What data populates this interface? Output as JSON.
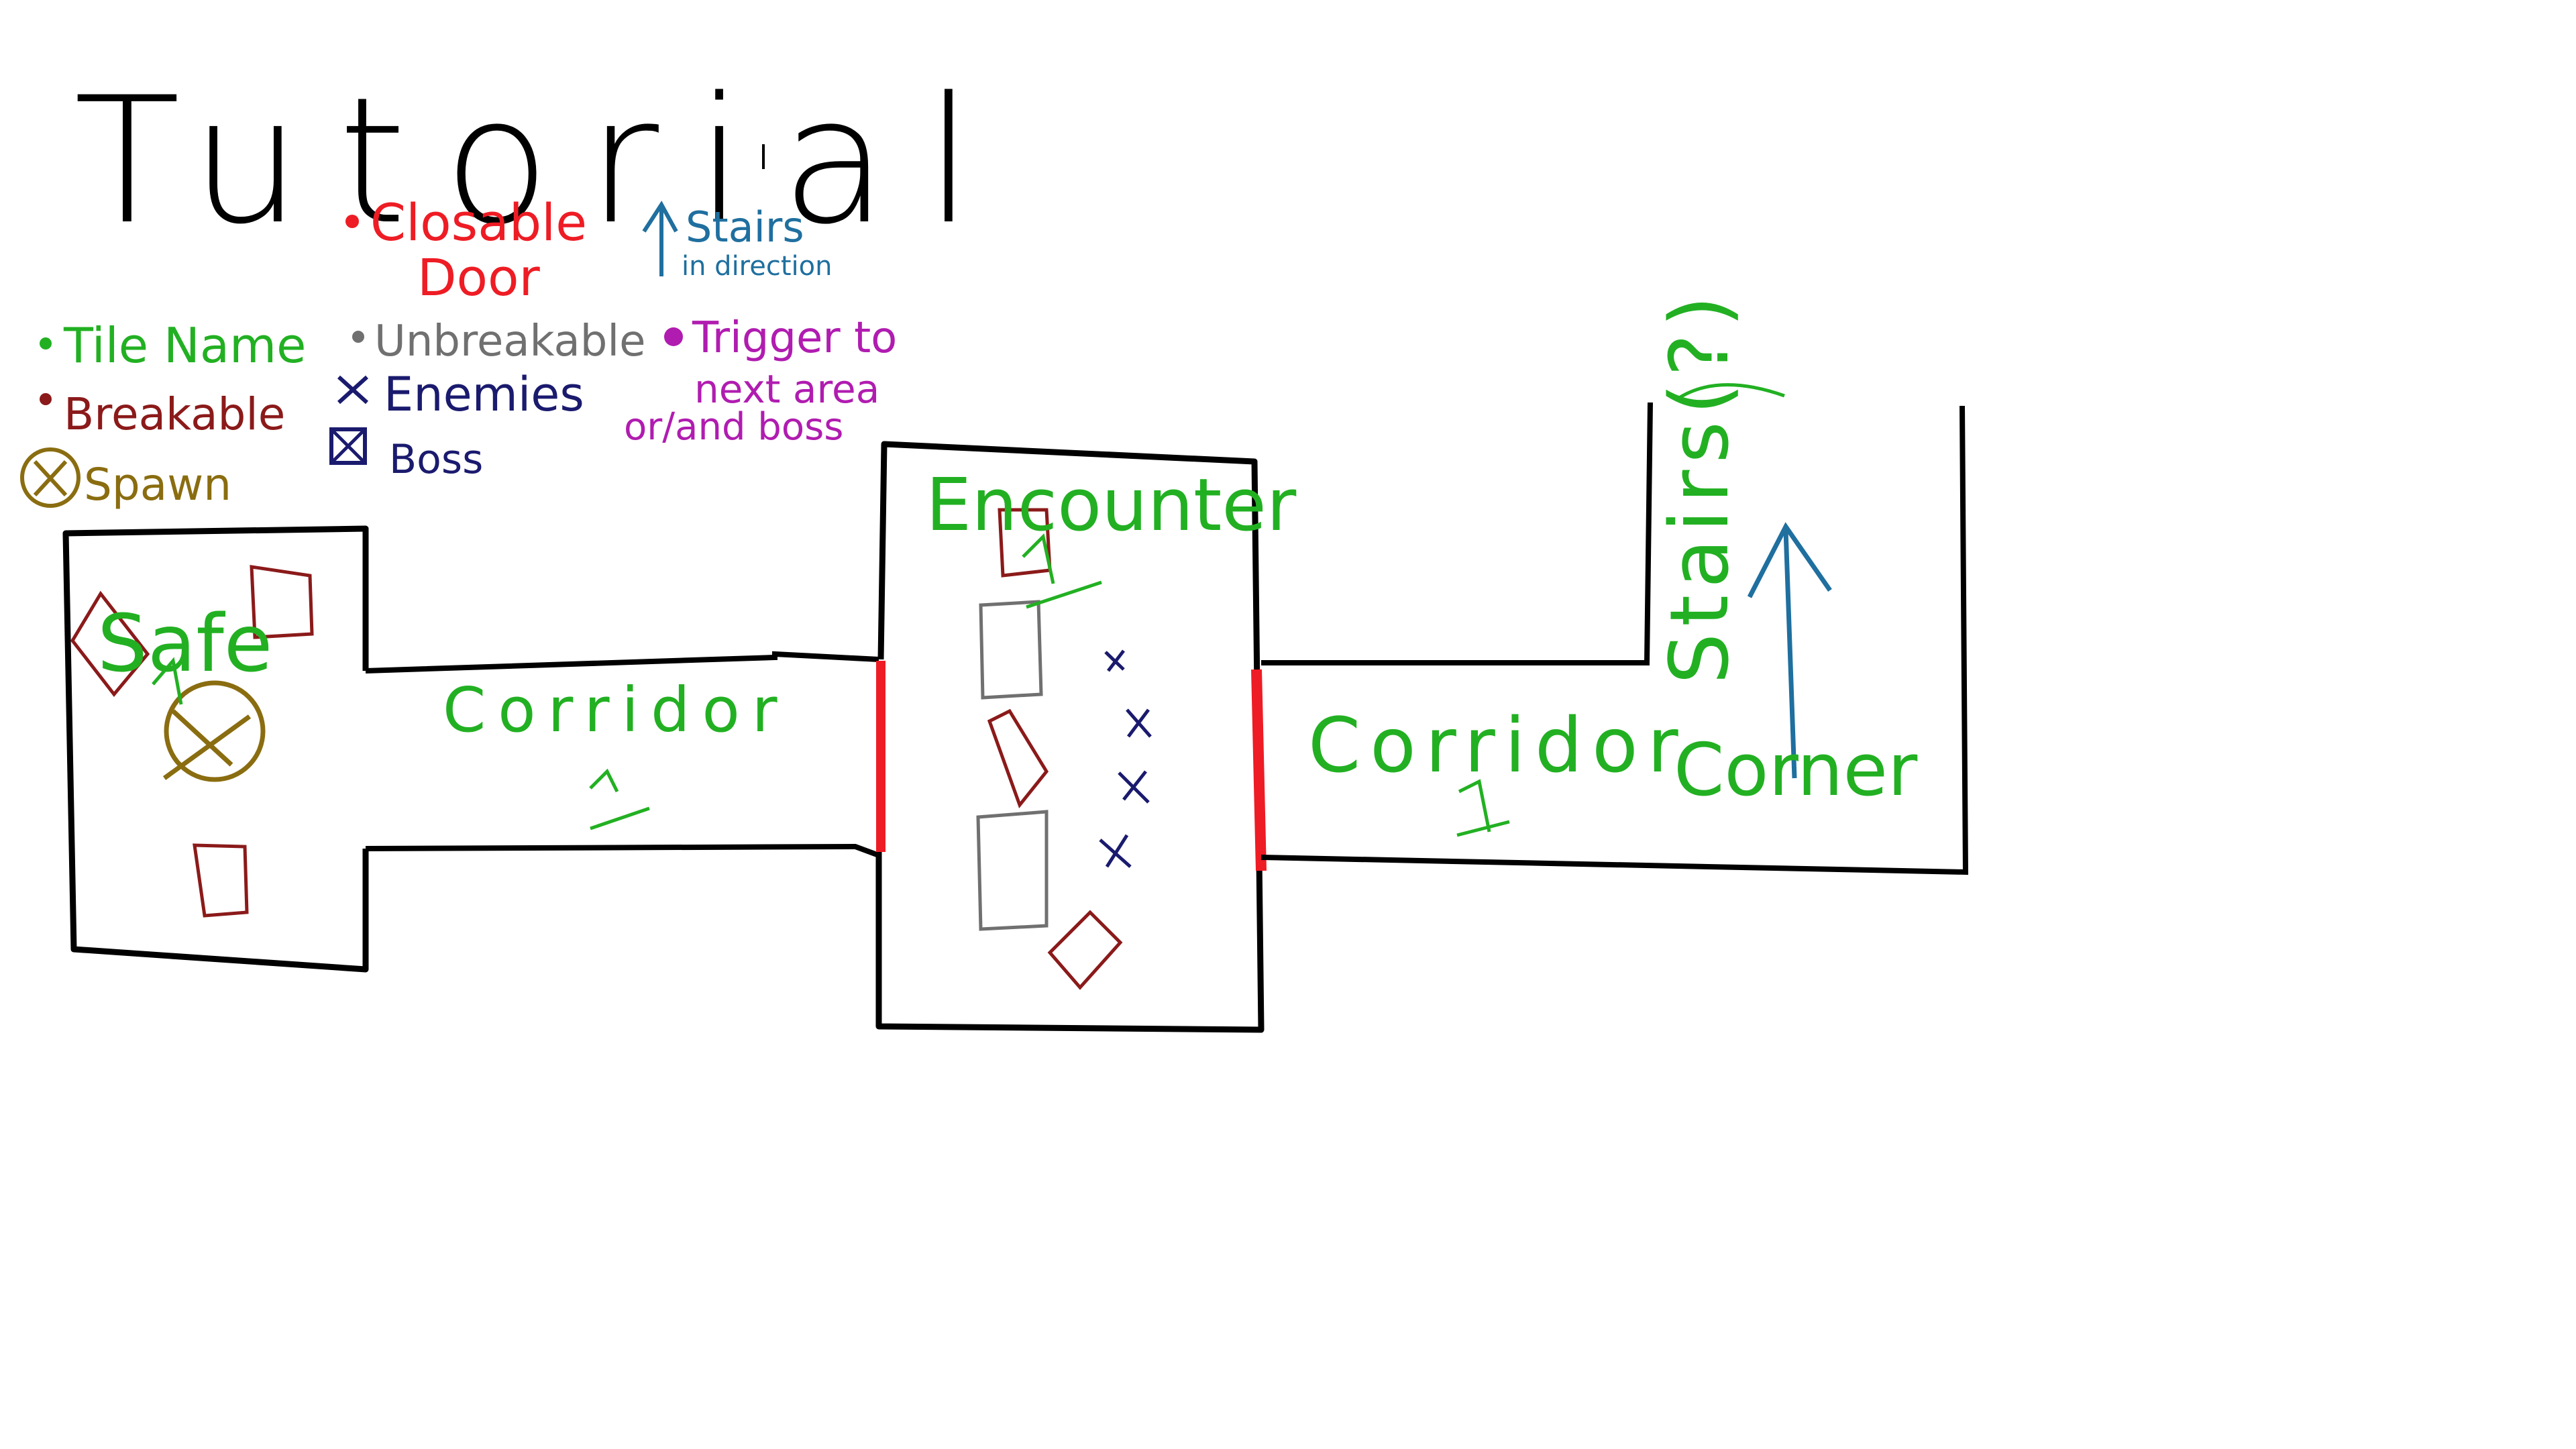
{
  "title": "Tutorial",
  "legend": {
    "tile_name": {
      "label": "Tile Name",
      "color": "#22b022"
    },
    "breakable": {
      "label": "Breakable",
      "color": "#8b1a1a"
    },
    "spawn": {
      "label": "Spawn",
      "color": "#8a6d10"
    },
    "closable_door": {
      "label_line1": "Closable",
      "label_line2": "Door",
      "color": "#ee1c24"
    },
    "unbreakable": {
      "label": "Unbreakable",
      "color": "#707070"
    },
    "enemies": {
      "label": "Enemies",
      "color": "#1a1a6e"
    },
    "boss": {
      "label": "Boss",
      "color": "#1a1a6e"
    },
    "stairs": {
      "label_line1": "Stairs",
      "label_line2": "in direction",
      "color": "#1f6f9f"
    },
    "trigger": {
      "label_line1": "Trigger to",
      "label_line2": "next area",
      "label_line3": "or/and boss",
      "color": "#b01cb0"
    }
  },
  "tiles": {
    "safe": "Safe",
    "corridor_1": "Corridor",
    "encounter": "Encounter",
    "corridor_2": "Corridor",
    "stairs": "Stairs(?)",
    "corner": "Corner"
  },
  "colors": {
    "wall": "#000000",
    "background": "#ffffff"
  }
}
